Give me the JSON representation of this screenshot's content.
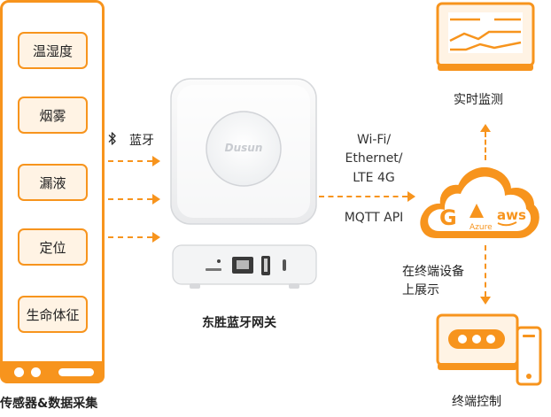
{
  "sensors": {
    "items": [
      {
        "label": "温湿度"
      },
      {
        "label": "烟雾"
      },
      {
        "label": "漏液"
      },
      {
        "label": "定位"
      },
      {
        "label": "生命体征"
      }
    ],
    "caption": "传感器&数据采集"
  },
  "bluetooth": {
    "label": "蓝牙"
  },
  "gateway": {
    "logo_text": "Dusun",
    "caption": "东胜蓝牙网关"
  },
  "uplink": {
    "line1": "Wi-Fi/",
    "line2": "Ethernet/",
    "line3": "LTE 4G",
    "protocol": "MQTT API"
  },
  "cloud": {
    "providers": [
      "G",
      "Azure",
      "aws"
    ]
  },
  "monitor": {
    "caption": "实时监测"
  },
  "terminal_note": {
    "line1": "在终端设备",
    "line2": "上展示"
  },
  "terminal": {
    "caption": "终端控制"
  },
  "colors": {
    "accent": "#f7941d",
    "light": "#fff3e4"
  }
}
